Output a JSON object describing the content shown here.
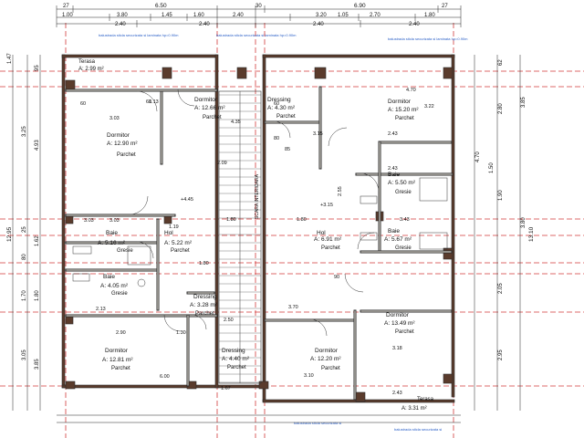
{
  "top_dims": {
    "row1": [
      "27",
      "6.50",
      "30",
      "6.90",
      "27"
    ],
    "row2": [
      "1.00",
      "3.80",
      "1.45",
      "1.60",
      "2.40",
      "3.20",
      "1.05",
      "2.70",
      "1.80"
    ],
    "row3": [
      "2.40",
      "2.40",
      "2.40",
      "2.40"
    ]
  },
  "left_dims": [
    "1.47",
    "95",
    "3.25",
    "4.93",
    "12.95",
    "25",
    "1.62",
    "80",
    "1.80",
    "1.70",
    "3.85",
    "3.05"
  ],
  "right_dims": [
    "62",
    "3.85",
    "2.80",
    "4.70",
    "1.50",
    "1.90",
    "3.80",
    "13.10",
    "2.05",
    "2.95"
  ],
  "notes": {
    "top_left": "balustrada sticla securizata si laminata hp=0.90m",
    "top_mid": "balustrada sticla securizata si laminata hp=0.90m",
    "top_right": "balustrada sticla securizata si laminata hp=0.90m",
    "bottom_mid": "balustrada sticla securizata si",
    "bottom_right": "balustrada sticla securizata si"
  },
  "rooms": [
    {
      "name": "Terasa",
      "area": "A: 2.99 m²",
      "floor": ""
    },
    {
      "name": "Dormitor",
      "area": "A: 12.66 m²",
      "floor": "Parchet"
    },
    {
      "name": "Dormitor",
      "area": "A: 12.90 m²",
      "floor": "Parchet"
    },
    {
      "name": "Dressing",
      "area": "A: 4.30 m²",
      "floor": "Parchet"
    },
    {
      "name": "Dormitor",
      "area": "A: 15.20 m²",
      "floor": "Parchet"
    },
    {
      "name": "Baie",
      "area": "A: 5.50 m²",
      "floor": "Gresie"
    },
    {
      "name": "Baie",
      "area": "A: 5.16 m²",
      "floor": "Gresie"
    },
    {
      "name": "Hol",
      "area": "A: 5.22 m²",
      "floor": "Parchet"
    },
    {
      "name": "Hol",
      "area": "A: 6.91 m²",
      "floor": "Parchet"
    },
    {
      "name": "Baie",
      "area": "A: 5.67 m²",
      "floor": "Gresie"
    },
    {
      "name": "Baie",
      "area": "A: 4.05 m²",
      "floor": "Gresie"
    },
    {
      "name": "Dressing",
      "area": "A: 3.28 m²",
      "floor": "Parchet"
    },
    {
      "name": "Dormitor",
      "area": "A: 13.49 m²",
      "floor": "Parchet"
    },
    {
      "name": "Dormitor",
      "area": "A: 12.81 m²",
      "floor": "Parchet"
    },
    {
      "name": "Dressing",
      "area": "A: 4.40 m²",
      "floor": "Parchet"
    },
    {
      "name": "Dormitor",
      "area": "A: 12.20 m²",
      "floor": "Parchet"
    },
    {
      "name": "Terasa",
      "area": "A: 3.31 m²",
      "floor": ""
    }
  ],
  "inner_dims": [
    "60",
    "3.03",
    "1.13",
    "4.35",
    "2.09",
    "3.15",
    "3.03",
    "4.70",
    "2.43",
    "3.22",
    "2.43",
    "1.19",
    "1.80",
    "1.80",
    "2.55",
    "3.43",
    "3.70",
    "2.13",
    "2.90",
    "6.00",
    "1.30",
    "3.18",
    "3.10",
    "1.80",
    "2.50",
    "2.43",
    "60",
    "80",
    "60",
    "85",
    "90",
    "+4.45",
    "+3.15",
    "1.67",
    "3.03"
  ],
  "stair_label": "SCARA INTERIOARA",
  "colors": {
    "wall": "#5a3b2c",
    "axis": "#d23a3a",
    "note": "#2a5fc7"
  }
}
